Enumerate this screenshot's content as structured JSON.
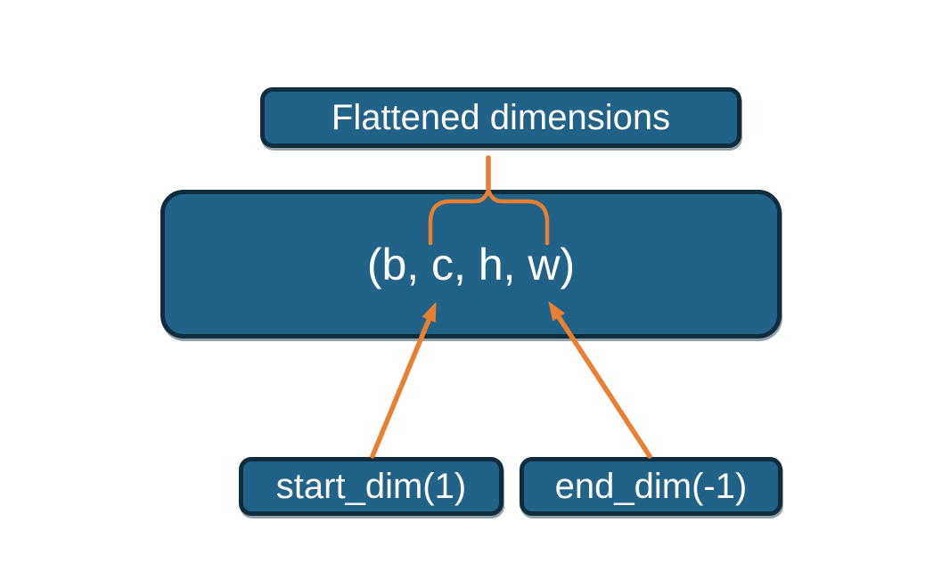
{
  "boxes": {
    "flattened": {
      "label": "Flattened dimensions"
    },
    "tensor": {
      "label": "(b, c, h, w)"
    },
    "start_dim": {
      "label": "start_dim(1)"
    },
    "end_dim": {
      "label": "end_dim(-1)"
    }
  },
  "connectors": {
    "brace": "curly-brace-up-icon",
    "start_arrow": "arrow-up-right-icon",
    "end_arrow": "arrow-up-left-icon"
  },
  "colors": {
    "box_fill": "#216289",
    "box_border": "#0f2d3d",
    "connector": "#e87f31",
    "text": "#ffffff",
    "background": "#ffffff"
  }
}
